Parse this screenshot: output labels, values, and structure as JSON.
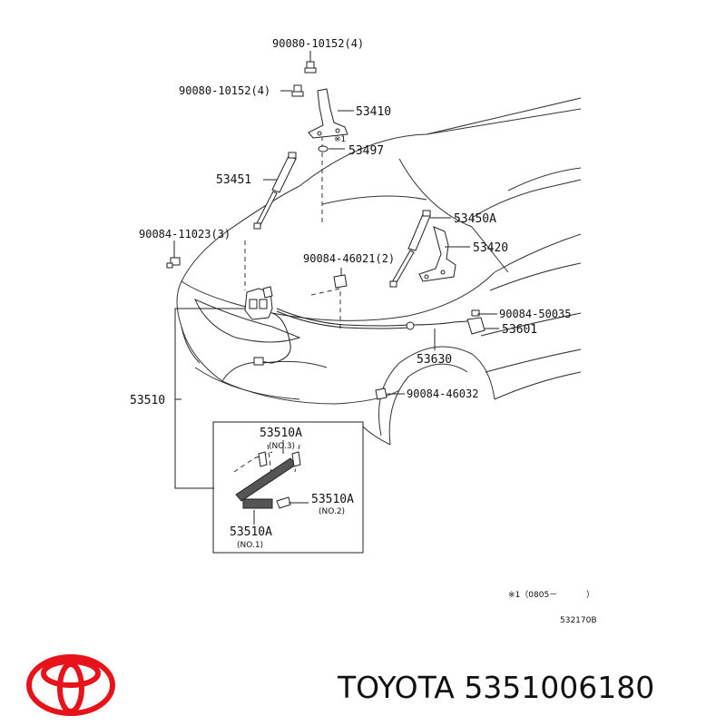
{
  "callouts": {
    "c1": "90080-10152(4)",
    "c2": "90080-10152(4)",
    "c3": "53410",
    "c4": "※1",
    "c5": "53497",
    "c6": "53451",
    "c7": "53450A",
    "c8": "90084-11023(3)",
    "c9": "53420",
    "c10": "90084-46021(2)",
    "c11": "90084-50035",
    "c12": "53601",
    "c13": "53630",
    "c14": "53510",
    "c15": "90084-46032",
    "c16": "53510A",
    "c17": "(NO.3)",
    "c18": "53510A",
    "c19": "(NO.2)",
    "c20": "53510A",
    "c21": "(NO.1)"
  },
  "footnote": {
    "mark": "※1（0805－",
    "close": "）",
    "code": "532170B"
  },
  "brand": {
    "name": "TOYOTA 5351006180",
    "logo_color": "#e8121b"
  }
}
